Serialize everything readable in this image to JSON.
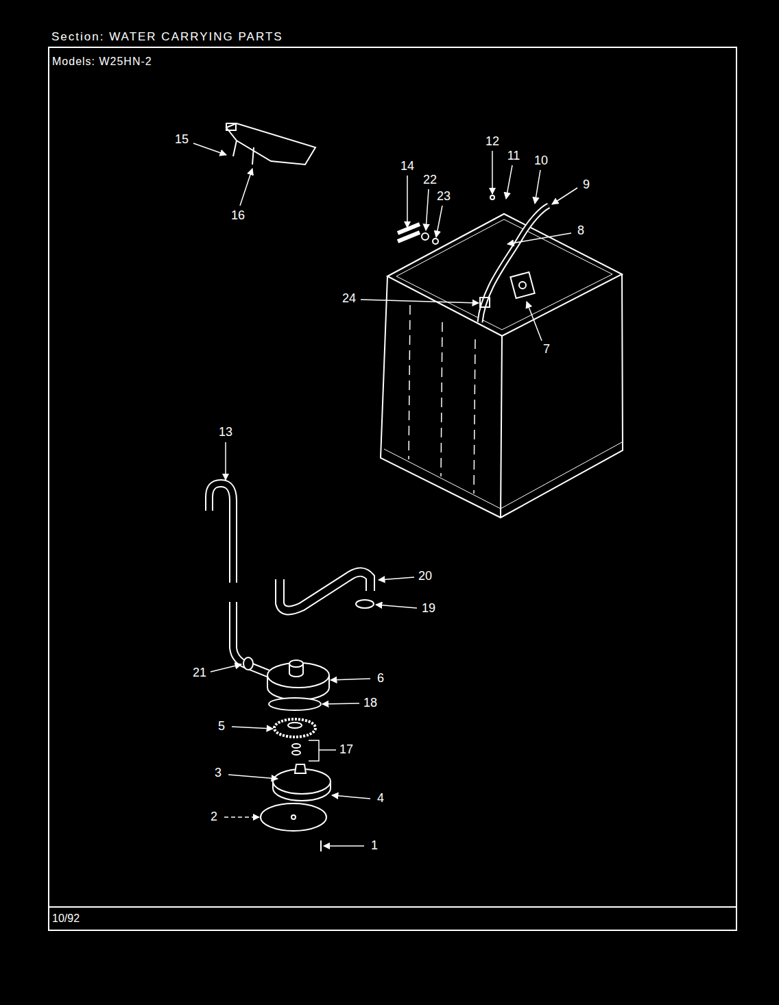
{
  "diagram": {
    "title": "Section: WATER CARRYING PARTS",
    "labels": [
      "Models: W25HN-2",
      "15",
      "16",
      "12",
      "11",
      "10",
      "14",
      "22",
      "9",
      "23",
      "8",
      "24",
      "7",
      "13",
      "20",
      "19",
      "21",
      "6",
      "18",
      "5",
      "17",
      "3",
      "4",
      "2",
      "1",
      "10/92"
    ]
  }
}
